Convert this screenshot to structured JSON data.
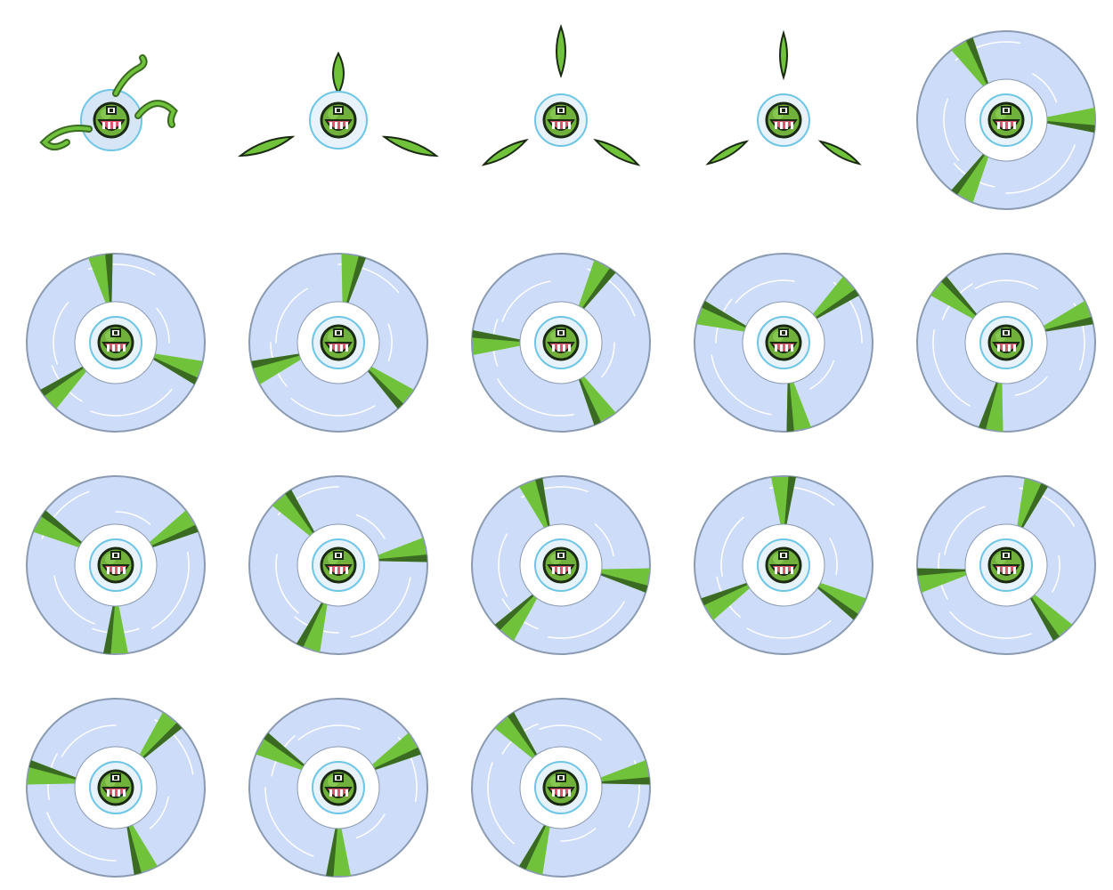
{
  "sheet": {
    "background": "#ffffff",
    "columns": 5,
    "frame_count": 18
  },
  "colors": {
    "disc_fill": "#cddcf9",
    "disc_stroke": "#8a9ab0",
    "streak": "#ffffff",
    "hole": "#ffffff",
    "ring_stroke": "#6ec6e6",
    "body_green": "#6fb13b",
    "body_dark": "#2d4a1e",
    "blade_light": "#6fc23a",
    "blade_dark": "#3b6b22",
    "mouth": "#e0566e",
    "teeth": "#ffffff",
    "outline": "#1b2a12"
  },
  "frames": [
    {
      "kind": "tendrils",
      "rotation": 0
    },
    {
      "kind": "leaves-sprout",
      "rotation": 0
    },
    {
      "kind": "leaves-out",
      "rotation": 0
    },
    {
      "kind": "leaves-thin",
      "rotation": 0
    },
    {
      "kind": "spin",
      "rotation": 0
    },
    {
      "kind": "spin",
      "rotation": 20
    },
    {
      "kind": "spin",
      "rotation": 40
    },
    {
      "kind": "spin",
      "rotation": 60
    },
    {
      "kind": "spin",
      "rotation": 80
    },
    {
      "kind": "spin",
      "rotation": 100
    },
    {
      "kind": "spin",
      "rotation": -30
    },
    {
      "kind": "spin",
      "rotation": -10
    },
    {
      "kind": "spin",
      "rotation": 10
    },
    {
      "kind": "spin",
      "rotation": 30
    },
    {
      "kind": "spin",
      "rotation": 50
    },
    {
      "kind": "spin",
      "rotation": 70
    },
    {
      "kind": "spin",
      "rotation": 90
    },
    {
      "kind": "spin",
      "rotation": 110
    }
  ]
}
